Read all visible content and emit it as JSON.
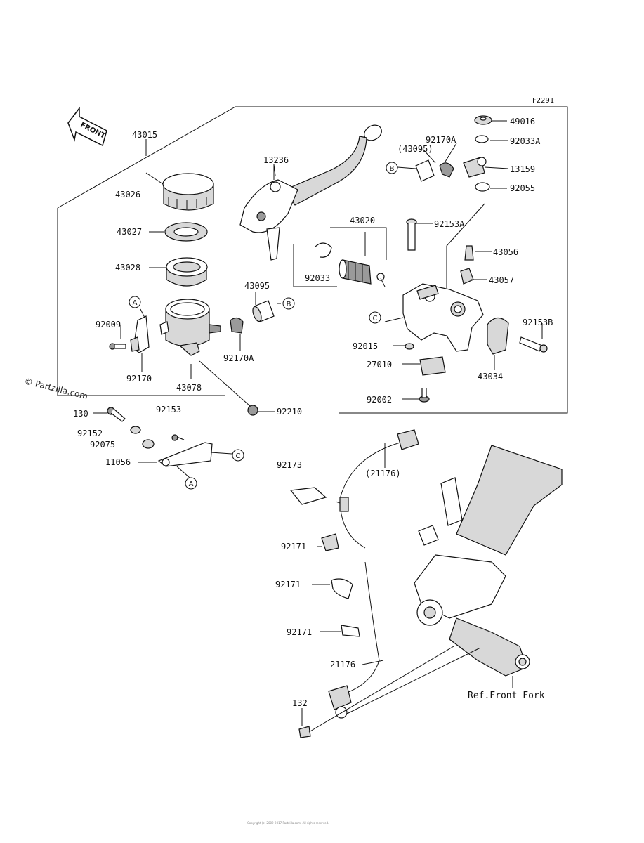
{
  "figure_code": "F2291",
  "front_arrow": "FRONT",
  "watermark": "© Partzilla.com",
  "reference_label": "Ref.Front Fork",
  "copyright_line": "Copyright (c) 2009-2017 Partzilla.com, All rights reserved.",
  "circle_markers": [
    "A",
    "B",
    "C"
  ],
  "part_numbers": {
    "p43015": "43015",
    "p43026": "43026",
    "p43027": "43027",
    "p43028": "43028",
    "p13236": "13236",
    "p43020": "43020",
    "p92033": "92033",
    "p43095a": "(43095)",
    "p92170A_top": "92170A",
    "p49016": "49016",
    "p92033A": "92033A",
    "p13159": "13159",
    "p92055": "92055",
    "p92153A": "92153A",
    "p43056": "43056",
    "p43057": "43057",
    "p92153B": "92153B",
    "p92015": "92015",
    "p27010": "27010",
    "p43034": "43034",
    "p92002": "92002",
    "p43095b": "43095",
    "p92009": "92009",
    "p92170": "92170",
    "p92170A_mid": "92170A",
    "p43078": "43078",
    "p92153": "92153",
    "p92210": "92210",
    "p130": "130",
    "p92152": "92152",
    "p92075": "92075",
    "p11056": "11056",
    "p92173": "92173",
    "p21176a": "(21176)",
    "p92171a": "92171",
    "p92171b": "92171",
    "p92171c": "92171",
    "p21176b": "21176",
    "p132": "132"
  }
}
